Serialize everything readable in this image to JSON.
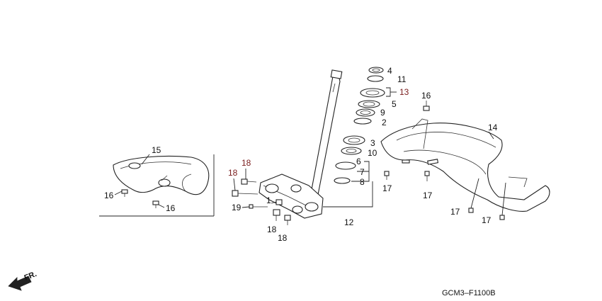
{
  "callouts": {
    "c1": "1",
    "c2": "2",
    "c3": "3",
    "c4": "4",
    "c5": "5",
    "c6": "6",
    "c7": "7",
    "c8": "8",
    "c9": "9",
    "c10": "10",
    "c11": "11",
    "c12": "12",
    "c13": "13",
    "c14": "14",
    "c15": "15",
    "c16a": "16",
    "c16b": "16",
    "c16c": "16",
    "c17a": "17",
    "c17b": "17",
    "c17c": "17",
    "c17d": "17",
    "c18a": "18",
    "c18b": "18",
    "c18c": "18",
    "c18d": "18",
    "c19": "19"
  },
  "direction_label": "FR.",
  "diagram_code": "GCM3–F1100B",
  "colors": {
    "line": "#222222",
    "highlight": "#7a1d1d"
  },
  "icons": [
    "forward-direction-arrow-icon"
  ]
}
